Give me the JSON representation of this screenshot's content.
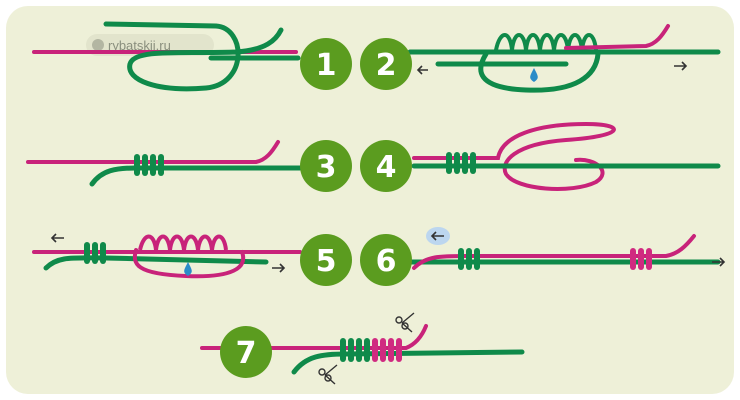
{
  "watermark": {
    "text": "rybatskii.ru",
    "icon": "fish-icon"
  },
  "colors": {
    "background": "#eef0d8",
    "magenta_line": "#c8237a",
    "green_line": "#0f8a4a",
    "badge": "#5b9c1f",
    "arrow": "#333333",
    "drop": "#2a8cc8"
  },
  "steps": [
    {
      "number": "1"
    },
    {
      "number": "2"
    },
    {
      "number": "3"
    },
    {
      "number": "4"
    },
    {
      "number": "5"
    },
    {
      "number": "6"
    },
    {
      "number": "7"
    }
  ],
  "icons": [
    "arrow-left-icon",
    "arrow-right-icon",
    "water-drop-icon",
    "scissors-icon"
  ]
}
